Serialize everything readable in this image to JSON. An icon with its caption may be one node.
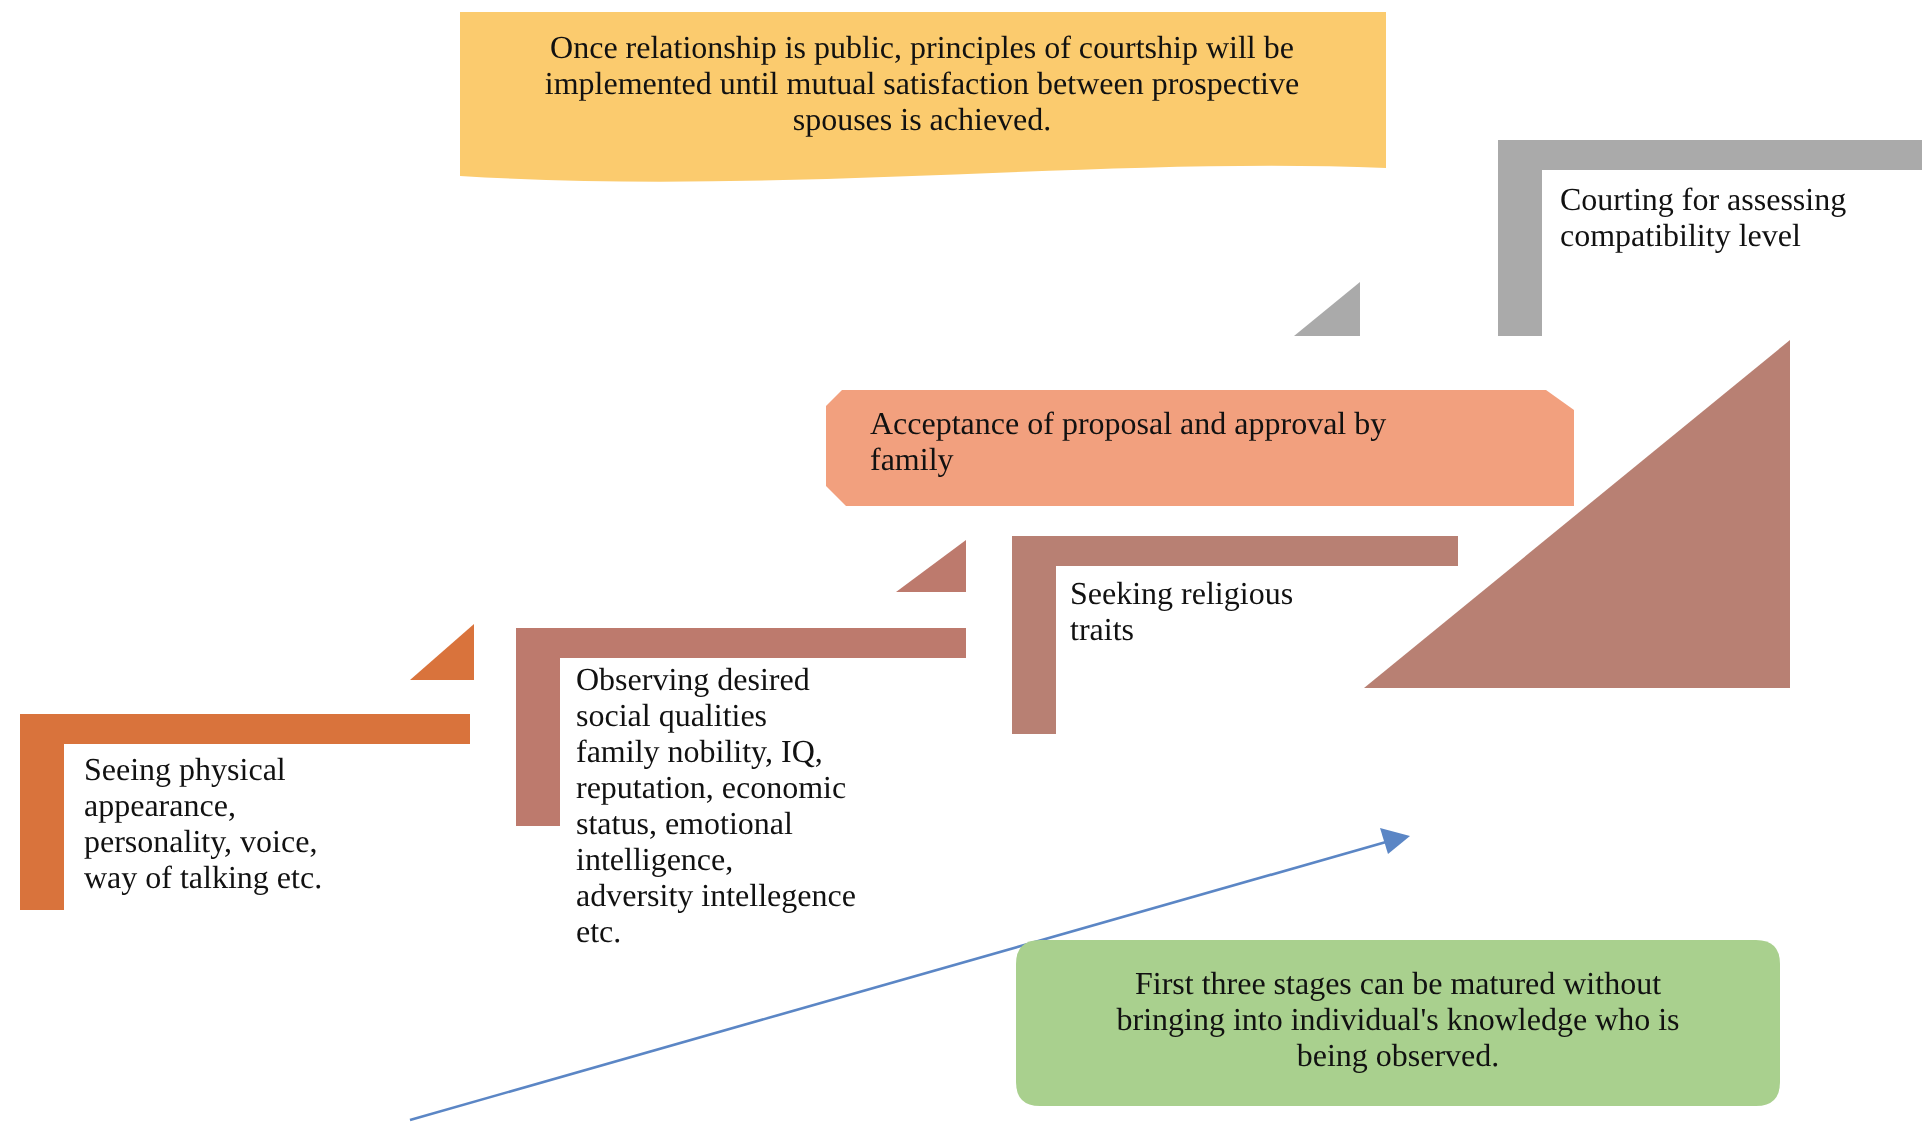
{
  "diagram": {
    "nodes": [
      {
        "text": [
          "Once relationship is public, principles of courtship will be implemented until mutual satisfaction between prospective spouses is achieved."
        ]
      },
      {
        "text": [
          "Seeing physical appearance, personality, voice, way of talking etc."
        ]
      },
      {
        "text": [
          "Observing desired social qualities family nobility, IQ, reputation, economic status, emotional intelligence, adversity intellegence etc."
        ]
      },
      {
        "text": [
          "Acceptance of proposal and approval by family"
        ]
      },
      {
        "text": [
          "Seeking religious traits"
        ]
      },
      {
        "text": [
          "Courting for assessing compatibility level"
        ]
      },
      {
        "text": [
          "First three stages can be matured without bringing into individual's knowledge who is being observed."
        ]
      }
    ]
  }
}
